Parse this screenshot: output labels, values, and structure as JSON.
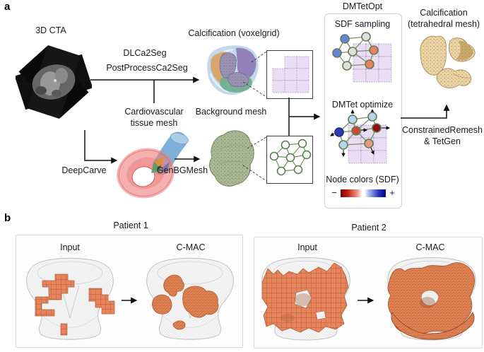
{
  "figure": {
    "panel_a": {
      "label": "a",
      "cta_title": "3D CTA",
      "seg_step_line1": "DLCa2Seg",
      "seg_step_line2": "PostProcessCa2Seg",
      "calc_voxelgrid_title": "Calcification (voxelgrid)",
      "cardio_mesh_label": "Cardiovascular\ntissue mesh",
      "deepcarve_label": "DeepCarve",
      "genbgmesh_label": "GenBGMesh",
      "background_mesh_title": "Background mesh",
      "dmtetopt": {
        "title": "DMTetOpt",
        "step1": "SDF sampling",
        "step2": "DMTet optimize",
        "colorbar_title": "Node colors (SDF)",
        "colorbar_min": "−",
        "colorbar_max": "+"
      },
      "remesh_label": "ConstrainedRemesh\n& TetGen",
      "output_title": "Calcification\n(tetrahedral mesh)"
    },
    "panel_b": {
      "label": "b",
      "patients": [
        {
          "title": "Patient 1",
          "input_label": "Input",
          "result_label": "C-MAC"
        },
        {
          "title": "Patient 2",
          "input_label": "Input",
          "result_label": "C-MAC"
        }
      ]
    },
    "colors": {
      "calcification_orange": "#e8845c",
      "background_mesh_green": "#aab795",
      "tissue_mesh_red": "#ee7d7d",
      "aorta_blue": "#84b5dc",
      "voxel_cell_lavender": "#eadef5",
      "sdf_negative_red": "#c41f14",
      "sdf_positive_blue": "#2636c0",
      "tet_mesh_tan": "#ead2a2",
      "graph_node_green": "#4f7d46"
    }
  }
}
